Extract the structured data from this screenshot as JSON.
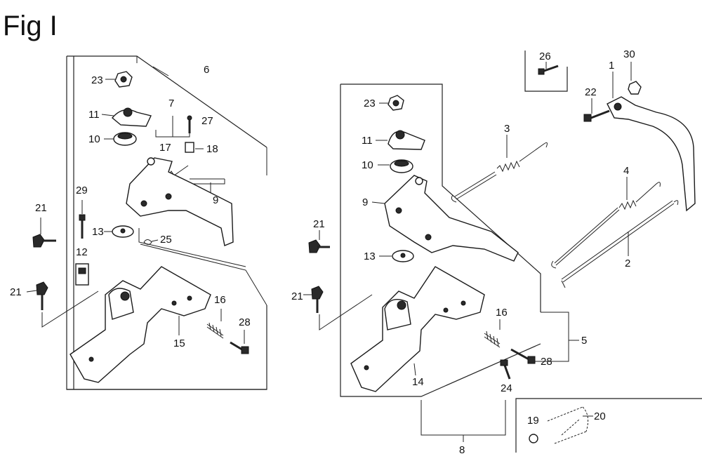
{
  "figure": {
    "title": "Fig I"
  },
  "callouts": {
    "c1": "1",
    "c2": "2",
    "c3": "3",
    "c4": "4",
    "c5": "5",
    "c6": "6",
    "c7": "7",
    "c8": "8",
    "c9a": "9",
    "c9b": "9",
    "c10a": "10",
    "c10b": "10",
    "c11a": "11",
    "c11b": "11",
    "c12": "12",
    "c13a": "13",
    "c13b": "13",
    "c14": "14",
    "c15": "15",
    "c16a": "16",
    "c16b": "16",
    "c17": "17",
    "c18": "18",
    "c19": "19",
    "c20": "20",
    "c21a": "21",
    "c21b": "21",
    "c21c": "21",
    "c21d": "21",
    "c22": "22",
    "c23a": "23",
    "c23b": "23",
    "c24": "24",
    "c25": "25",
    "c26": "26",
    "c27": "27",
    "c28a": "28",
    "c28b": "28",
    "c29": "29",
    "c30": "30"
  },
  "colors": {
    "ink": "#1a1a1a",
    "paper": "#ffffff"
  }
}
